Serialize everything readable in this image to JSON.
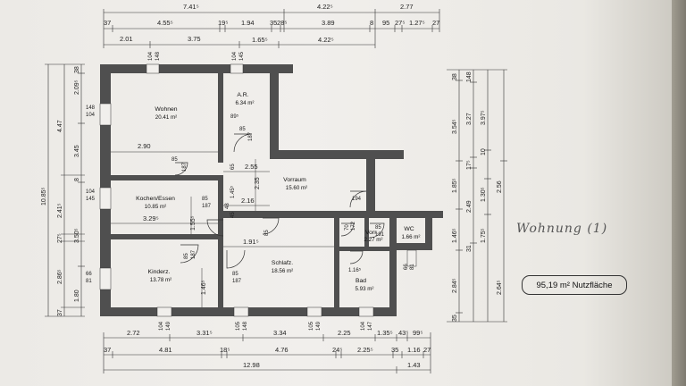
{
  "rooms": {
    "wohnen": {
      "name": "Wohnen",
      "area": "20.41 m²"
    },
    "ar": {
      "name": "A.R.",
      "area": "6.34 m²"
    },
    "vorraum": {
      "name": "Vorraum",
      "area": "15.60 m²"
    },
    "kochen": {
      "name": "Kochen/Essen",
      "area": "10.85 m²"
    },
    "kinderz": {
      "name": "Kinderz.",
      "area": "13.78 m²"
    },
    "schlafz": {
      "name": "Schlafz.",
      "area": "18.56 m²"
    },
    "bad": {
      "name": "Bad",
      "area": "5.93 m²"
    },
    "vorr": {
      "name": "Vorr.",
      "area": "2.27 m²"
    },
    "wc": {
      "name": "WC",
      "area": "1.66 m²"
    }
  },
  "top_dims": {
    "row1": [
      "7.41⁵",
      "4.22⁵",
      "2.77"
    ],
    "row2": [
      "37",
      "4.55⁵",
      "19⁵",
      "1.94",
      "35",
      "28⁵",
      "3.89",
      "8",
      "95",
      "27⁵",
      "1.27⁵",
      "27"
    ],
    "row3": [
      "2.01",
      "3.75",
      "1.65⁵",
      "4.22⁵"
    ]
  },
  "bottom_dims": {
    "row1": [
      "2.72",
      "3.31⁵",
      "3.34",
      "2.25",
      "1.35⁵",
      "43⁵",
      "99⁵"
    ],
    "row2": [
      "37",
      "4.81",
      "18⁵",
      "4.76",
      "24⁵",
      "2.25⁵",
      "35",
      "1.16",
      "27"
    ],
    "row3": [
      "12.98",
      "1.43"
    ]
  },
  "left_dims": {
    "outer": "10.85⁵",
    "col2": [
      "4.47",
      "2.41⁵",
      "27⁵",
      "2.86⁵",
      "37"
    ],
    "col3": [
      "38",
      "2.09⁵",
      "3.45",
      "8",
      "3.50⁵",
      "1.80"
    ],
    "col4": [
      "148",
      "104",
      "104",
      "145",
      "66",
      "81"
    ]
  },
  "right_dims": {
    "col1": [
      "38",
      "3.54⁵",
      "1.85⁵",
      "1.46⁵",
      "2.84⁵",
      "35"
    ],
    "col2": [
      "148",
      "3.27",
      "17⁵",
      "2.49",
      "31"
    ],
    "col3": [
      "3.97⁵",
      "10",
      "1.30⁵",
      "1.75⁵"
    ],
    "col4": [
      "2.56",
      "2.64⁵"
    ]
  },
  "openings": {
    "win_top": [
      "104",
      "148",
      "104",
      "145"
    ],
    "win_bottom": [
      "104",
      "149",
      "105",
      "148",
      "105",
      "149",
      "104",
      "147"
    ],
    "doors": [
      "85",
      "187",
      "85",
      "187",
      "85",
      "187",
      "85",
      "187",
      "85",
      "187",
      "85",
      "194",
      "70",
      "172",
      "85",
      "191",
      "66",
      "81"
    ],
    "misc": [
      "89⁵",
      "2.90",
      "2.55",
      "2.35",
      "2.16",
      "3.29⁵",
      "1.55⁵",
      "1.91⁵",
      "1.46⁵",
      "1.16⁵",
      "65",
      "1.45⁵",
      "48",
      "45"
    ]
  },
  "summary": "95,19 m² Nutzfläche",
  "handwriting": "Wohnung (1)"
}
